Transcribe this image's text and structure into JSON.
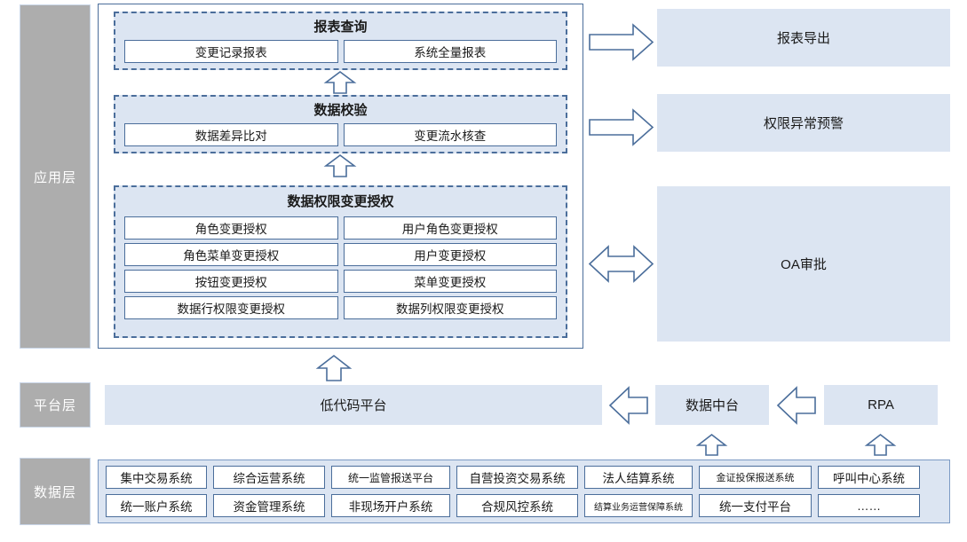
{
  "layers": [
    {
      "id": "application",
      "label": "应用层"
    },
    {
      "id": "platform",
      "label": "平台层"
    },
    {
      "id": "data",
      "label": "数据层"
    }
  ],
  "application": {
    "groups": [
      {
        "id": "report-query",
        "title": "报表查询",
        "items": [
          "变更记录报表",
          "系统全量报表"
        ]
      },
      {
        "id": "data-verification",
        "title": "数据校验",
        "items": [
          "数据差异比对",
          "变更流水核查"
        ]
      },
      {
        "id": "data-permission-change-authorization",
        "title": "数据权限变更授权",
        "items": [
          "角色变更授权",
          "用户角色变更授权",
          "角色菜单变更授权",
          "用户变更授权",
          "按钮变更授权",
          "菜单变更授权",
          "数据行权限变更授权",
          "数据列权限变更授权"
        ]
      }
    ]
  },
  "external": {
    "boxes": [
      {
        "id": "report-export",
        "label": "报表导出",
        "arrow": "right"
      },
      {
        "id": "permission-anomaly-alert",
        "label": "权限异常预警",
        "arrow": "right"
      },
      {
        "id": "oa-approval",
        "label": "OA审批",
        "arrow": "both"
      }
    ]
  },
  "platform": {
    "boxes": [
      {
        "id": "low-code-platform",
        "label": "低代码平台"
      },
      {
        "id": "data-middle-platform",
        "label": "数据中台"
      },
      {
        "id": "rpa",
        "label": "RPA"
      }
    ]
  },
  "data_layer": {
    "row1": [
      "集中交易系统",
      "综合运营系统",
      "统一监管报送平台",
      "自营投资交易系统",
      "法人结算系统",
      "金证投保报送系统",
      "呼叫中心系统"
    ],
    "row2": [
      "统一账户系统",
      "资金管理系统",
      "非现场开户系统",
      "合规风控系统",
      "结算业务运营保障系统",
      "统一支付平台",
      "……"
    ]
  },
  "colors": {
    "panel_fill": "#dce5f2",
    "border_blue": "#4b6e9b",
    "layer_gray": "#adadad",
    "white": "#ffffff"
  }
}
